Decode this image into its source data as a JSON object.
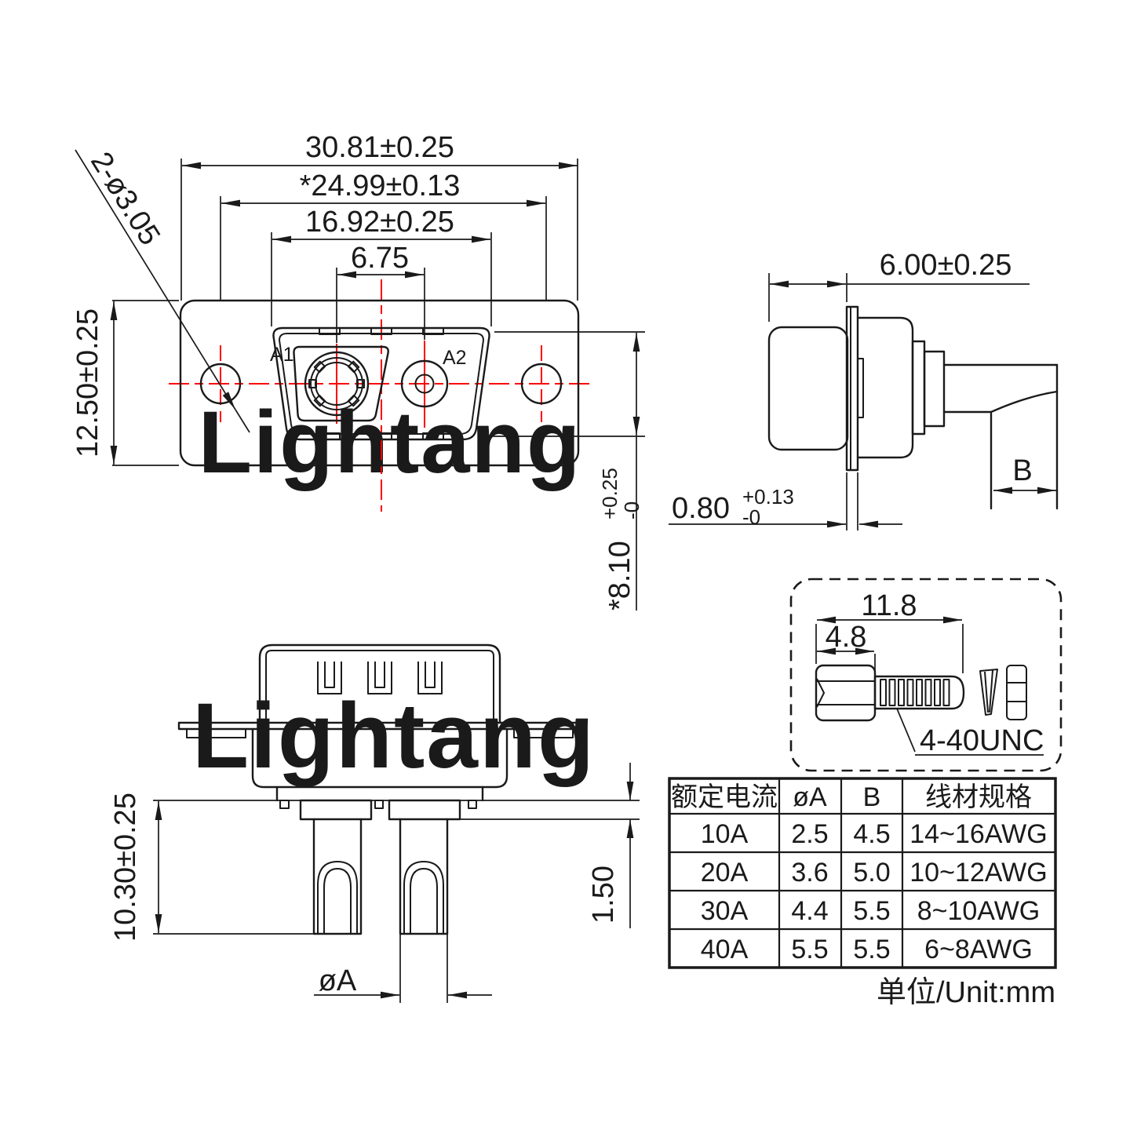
{
  "colors": {
    "line": "#1a1a1a",
    "centerline": "#ff0000",
    "contact_label": "#ff0000",
    "watermark_front": "#fadbdb",
    "watermark_rear": "#f8d2d2"
  },
  "watermark": {
    "text": "Lightang"
  },
  "front_view": {
    "dims": {
      "flange_width": "30.81±0.25",
      "mount_hole_spacing": "*24.99±0.13",
      "shell_width": "16.92±0.25",
      "contact_spacing": "6.75",
      "flange_height": "12.50±0.25",
      "mount_hole_dia": "2-ø3.05",
      "shell_height_main": "*8.10",
      "shell_height_tol_plus": "+0.25",
      "shell_height_tol_minus": "-0"
    },
    "contacts": {
      "a1": "A1",
      "a2": "A2"
    }
  },
  "side_view": {
    "dims": {
      "depth": "6.00±0.25",
      "flange_thickness_main": "0.80",
      "flange_thickness_tol_plus": "+0.13",
      "flange_thickness_tol_minus": "-0",
      "wire_bend_width": "B"
    }
  },
  "rear_view": {
    "dims": {
      "tail_length": "10.30±0.25",
      "step_height": "1.50",
      "wire_dia": "øA"
    }
  },
  "screw_detail": {
    "dims": {
      "overall_length": "11.8",
      "head_length": "4.8"
    },
    "thread_spec": "4-40UNC"
  },
  "table": {
    "headers": [
      "额定电流",
      "øA",
      "B",
      "线材规格"
    ],
    "rows": [
      [
        "10A",
        "2.5",
        "4.5",
        "14~16AWG"
      ],
      [
        "20A",
        "3.6",
        "5.0",
        "10~12AWG"
      ],
      [
        "30A",
        "4.4",
        "5.5",
        "8~10AWG"
      ],
      [
        "40A",
        "5.5",
        "5.5",
        "6~8AWG"
      ]
    ],
    "unit_note": "单位/Unit:mm"
  }
}
